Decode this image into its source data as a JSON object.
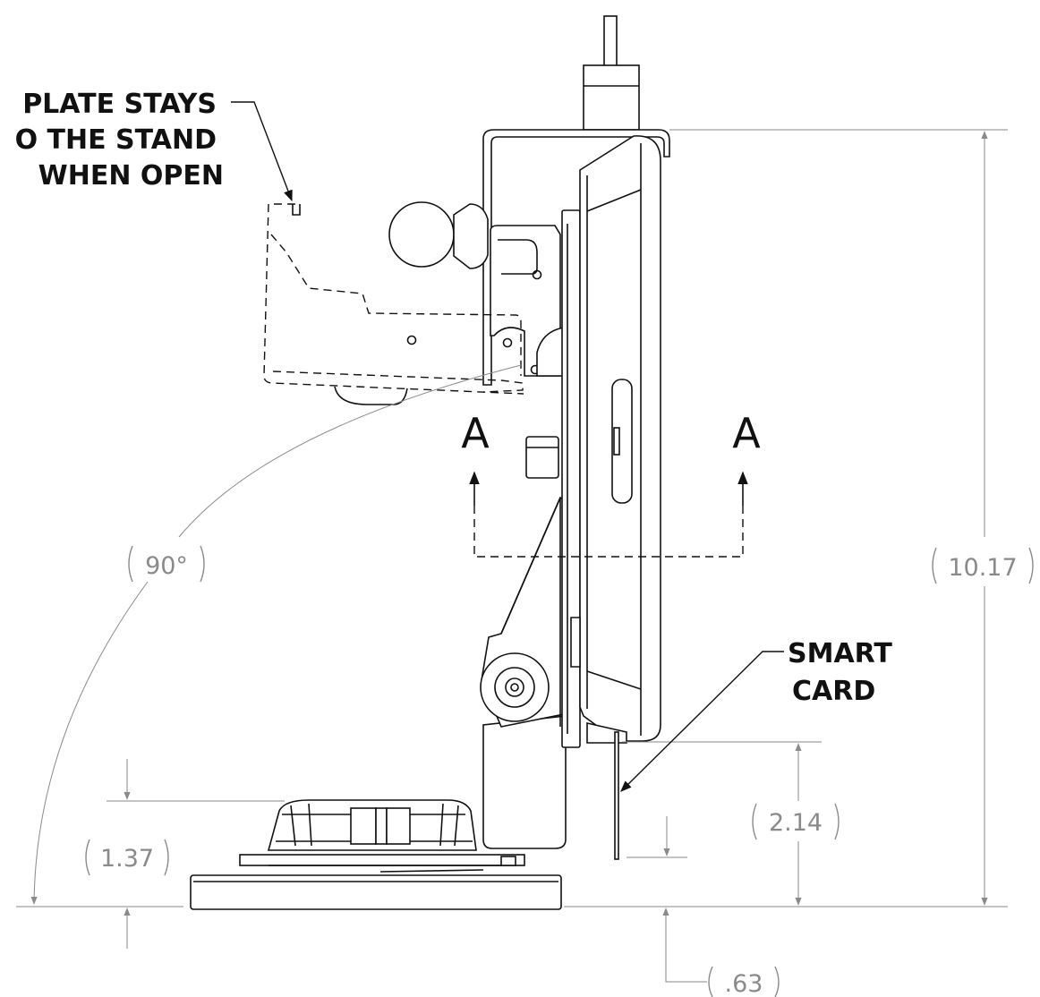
{
  "notes": {
    "plate_line1": "PLATE STAYS",
    "plate_line2": "O THE STAND",
    "plate_line3": "WHEN OPEN",
    "smart_line1": "SMART",
    "smart_line2": "CARD"
  },
  "section": {
    "left_label": "A",
    "right_label": "A"
  },
  "dimensions": {
    "angle": "90°",
    "height_total": "10.17",
    "card_height": "2.14",
    "base_height": "1.37",
    "offset": ".63"
  }
}
